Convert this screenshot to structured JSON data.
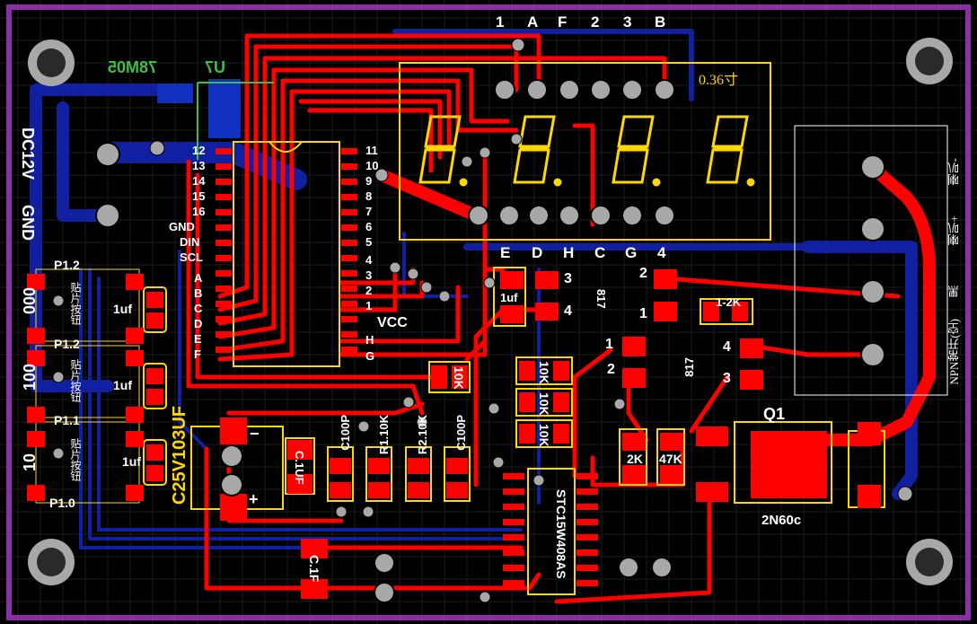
{
  "colors": {
    "background": "#000000",
    "top_copper": "#ff0000",
    "bottom_copper": "#1020a0",
    "silkscreen": "#ffd700",
    "board_outline": "#8b2fa8",
    "pad": "#a8a8a8",
    "bottom_silk": "#3fbf3f"
  },
  "display": {
    "top_pins": [
      "1",
      "A",
      "F",
      "2",
      "3",
      "B"
    ],
    "bottom_pins": [
      "E",
      "D",
      "H",
      "C",
      "G",
      "4"
    ],
    "size_label": "0.36寸"
  },
  "regulator": {
    "ref": "U7",
    "part": "78M05"
  },
  "power": {
    "dc": "DC12V",
    "gnd": "GND"
  },
  "ic_left_pins": [
    "12",
    "13",
    "14",
    "15",
    "16",
    "GND",
    "DIN",
    "SCL",
    "A",
    "B",
    "C",
    "D",
    "E",
    "F"
  ],
  "ic_right_pins": [
    "11",
    "10",
    "9",
    "8",
    "7",
    "6",
    "5",
    "4",
    "3",
    "2",
    "1",
    "VCC",
    "H",
    "G"
  ],
  "switches": {
    "labels": [
      "P1.2",
      "P1.2",
      "P1.1",
      "P1.0"
    ],
    "codes": [
      "000",
      "100",
      "10"
    ],
    "button_text": "贴片按钮"
  },
  "components": {
    "cap_1uf": "1uf",
    "cap_c25v": "C25V103UF",
    "c100p": "C100P",
    "r1": "R1.10K",
    "r2": "R2.10K",
    "cap_c1uf": "C.1UF",
    "cap_c1f": "C.1F",
    "res_10k": "10K",
    "res_2k": "2K",
    "res_47k": "47K",
    "res_1_2k": "1-2K",
    "opto": "817",
    "mcu": "STC15W408AS",
    "q1": "Q1",
    "q1_part": "2N60c"
  },
  "pads": {
    "opto1": [
      "3",
      "4"
    ],
    "opto2": [
      "2",
      "1",
      "4",
      "3"
    ],
    "opto3": [
      "1",
      "2"
    ]
  },
  "right_block": {
    "top": "喇叭-",
    "mid": "喇叭+",
    "black": "黑",
    "npn": "NPN常开(空)"
  }
}
